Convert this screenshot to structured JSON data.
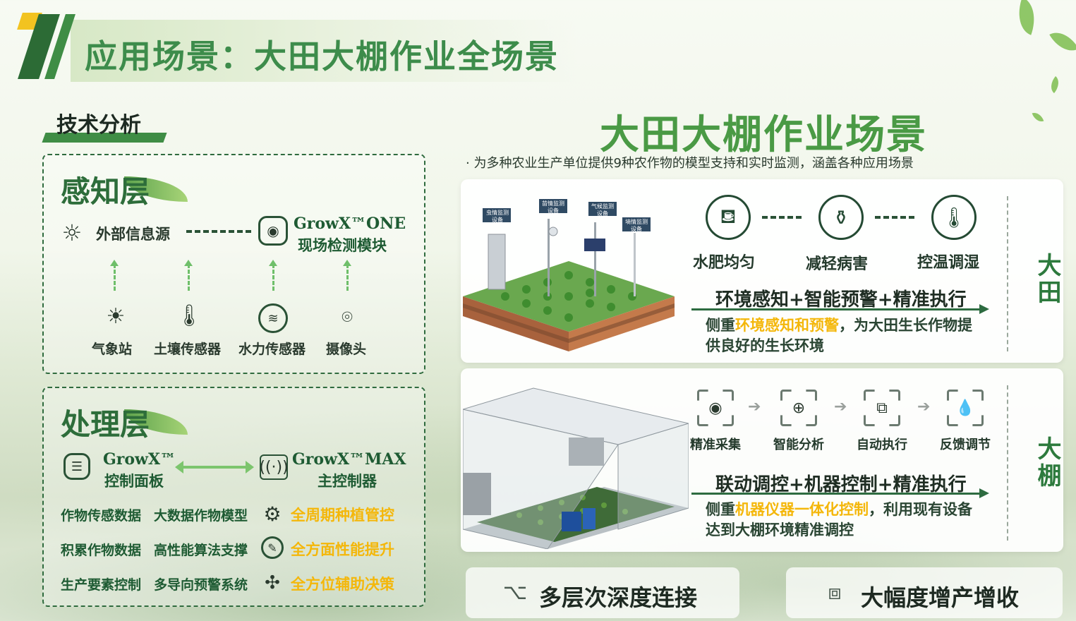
{
  "header": {
    "title": "应用场景：大田大棚作业全场景"
  },
  "tech": {
    "title": "技术分析",
    "perception": {
      "title": "感知层",
      "external_source": "外部信息源",
      "module_line1": "GrowX™ONE",
      "module_line2": "现场检测模块",
      "sensors": [
        "气象站",
        "土壤传感器",
        "水力传感器",
        "摄像头"
      ]
    },
    "processing": {
      "title": "处理层",
      "panel_line1": "GrowX™",
      "panel_line2": "控制面板",
      "controller_line1": "GrowX™MAX",
      "controller_line2": "主控制器",
      "rows": [
        {
          "a": "作物传感数据",
          "b": "大数据作物模型",
          "c": "全周期种植管控"
        },
        {
          "a": "积累作物数据",
          "b": "高性能算法支撑",
          "c": "全方面性能提升"
        },
        {
          "a": "生产要素控制",
          "b": "多导向预警系统",
          "c": "全方位辅助决策"
        }
      ]
    }
  },
  "scene": {
    "title": "大田大棚作业场景",
    "subtitle": "· 为多种农业生产单位提供9种农作物的模型支持和实时监测，涵盖各种应用场景",
    "field": {
      "side_label": "大田",
      "device_tags": [
        "虫情监测设备",
        "苗情监测设备",
        "气候监测设备",
        "墒情监测设备"
      ],
      "features": [
        "水肥均匀",
        "减轻病害",
        "控温调湿"
      ],
      "slogan": "环境感知+智能预警+精准执行",
      "desc_pre": "侧重",
      "desc_hl": "环境感知和预警",
      "desc_post": "，为大田生长作物提供良好的生长环境"
    },
    "greenhouse": {
      "side_label": "大棚",
      "steps": [
        "精准采集",
        "智能分析",
        "自动执行",
        "反馈调节"
      ],
      "slogan": "联动调控+机器控制+精准执行",
      "desc_pre": "侧重",
      "desc_hl": "机器仪器一体化控制",
      "desc_post": "，利用现有设备达到大棚环境精准调控"
    }
  },
  "bottom": {
    "left": "多层次深度连接",
    "right": "大幅度增产增收"
  },
  "colors": {
    "brand_green": "#3d8c4b",
    "dark_green": "#2d6d3a",
    "accent_gold": "#f4b70a"
  }
}
